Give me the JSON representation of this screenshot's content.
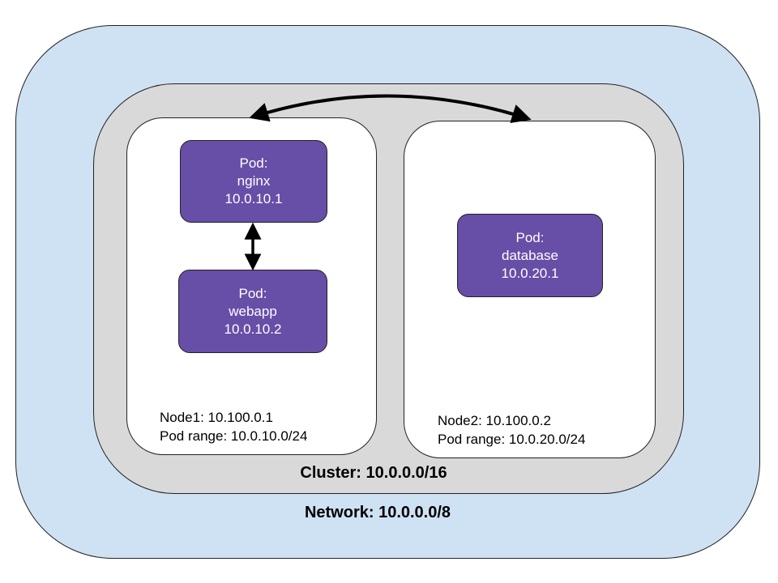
{
  "network": {
    "label": "Network: 10.0.0.0/8"
  },
  "cluster": {
    "label": "Cluster: 10.0.0.0/16"
  },
  "node1": {
    "line1": "Node1: 10.100.0.1",
    "line2": "Pod range: 10.0.10.0/24",
    "pods": [
      {
        "title": "Pod:",
        "name": "nginx",
        "ip": "10.0.10.1"
      },
      {
        "title": "Pod:",
        "name": "webapp",
        "ip": "10.0.10.2"
      }
    ]
  },
  "node2": {
    "line1": "Node2: 10.100.0.2",
    "line2": "Pod range: 10.0.20.0/24",
    "pods": [
      {
        "title": "Pod:",
        "name": "database",
        "ip": "10.0.20.1"
      }
    ]
  },
  "colors": {
    "network_fill": "#cfe2f3",
    "cluster_fill": "#d9d9d9",
    "node_fill": "#ffffff",
    "pod_fill": "#674ea7",
    "pod_text": "#ffffff"
  }
}
